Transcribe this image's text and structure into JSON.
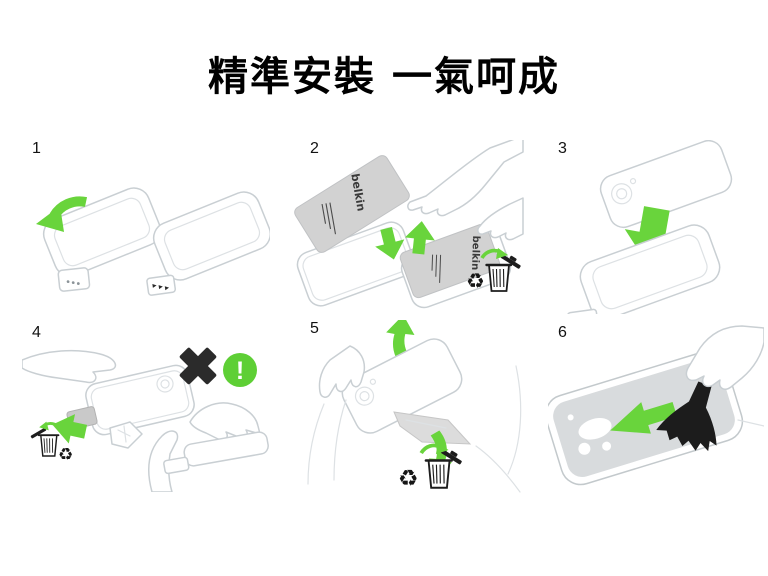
{
  "header": {
    "title": "精準安裝 一氣呵成"
  },
  "brand_label": "belkin",
  "steps": [
    {
      "number": "1"
    },
    {
      "number": "2"
    },
    {
      "number": "3"
    },
    {
      "number": "4"
    },
    {
      "number": "5"
    },
    {
      "number": "6"
    }
  ],
  "icons": {
    "recycle_glyph": "♻",
    "exclamation_glyph": "!"
  },
  "colors": {
    "accent_green": "#69d43c",
    "film_gray": "#d2d2d2",
    "lineart_gray": "#c9cfd3",
    "icon_black": "#1d1d1d"
  }
}
